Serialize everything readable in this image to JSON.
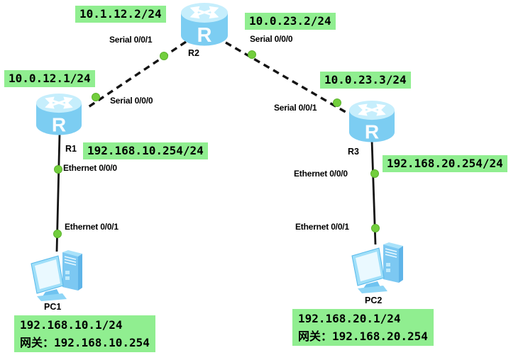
{
  "colors": {
    "label_bg": "#90EE90",
    "port_dot": "#72CE3D",
    "link": "#141414",
    "device_body": "#7CCDF2",
    "device_top": "#C6EEFC"
  },
  "icons": {
    "router_letter": "R",
    "router_icon": "router-cylinder-with-arrows",
    "pc_icon": "desktop-computer"
  },
  "devices": {
    "r1": {
      "label": "R1"
    },
    "r2": {
      "label": "R2"
    },
    "r3": {
      "label": "R3"
    },
    "pc1": {
      "label": "PC1"
    },
    "pc2": {
      "label": "PC2"
    }
  },
  "ip_labels": {
    "r2_serial1": "10.1.12.2/24",
    "r2_serial0": "10.0.23.2/24",
    "r1_serial0": "10.0.12.1/24",
    "r3_serial1": "10.0.23.3/24",
    "r1_ethernet": "192.168.10.254/24",
    "r3_ethernet": "192.168.20.254/24"
  },
  "pc_info": {
    "pc1": {
      "ip": "192.168.10.1/24",
      "gateway": "网关：192.168.10.254"
    },
    "pc2": {
      "ip": "192.168.20.1/24",
      "gateway": "网关：192.168.20.254"
    }
  },
  "port_labels": {
    "r2_to_r1": "Serial 0/0/1",
    "r2_to_r3": "Serial 0/0/0",
    "r1_to_r2": "Serial 0/0/0",
    "r3_to_r2": "Serial 0/0/1",
    "r1_eth0": "Ethernet 0/0/0",
    "r1_eth1": "Ethernet 0/0/1",
    "r3_eth0": "Ethernet 0/0/0",
    "r3_eth1": "Ethernet 0/0/1"
  }
}
